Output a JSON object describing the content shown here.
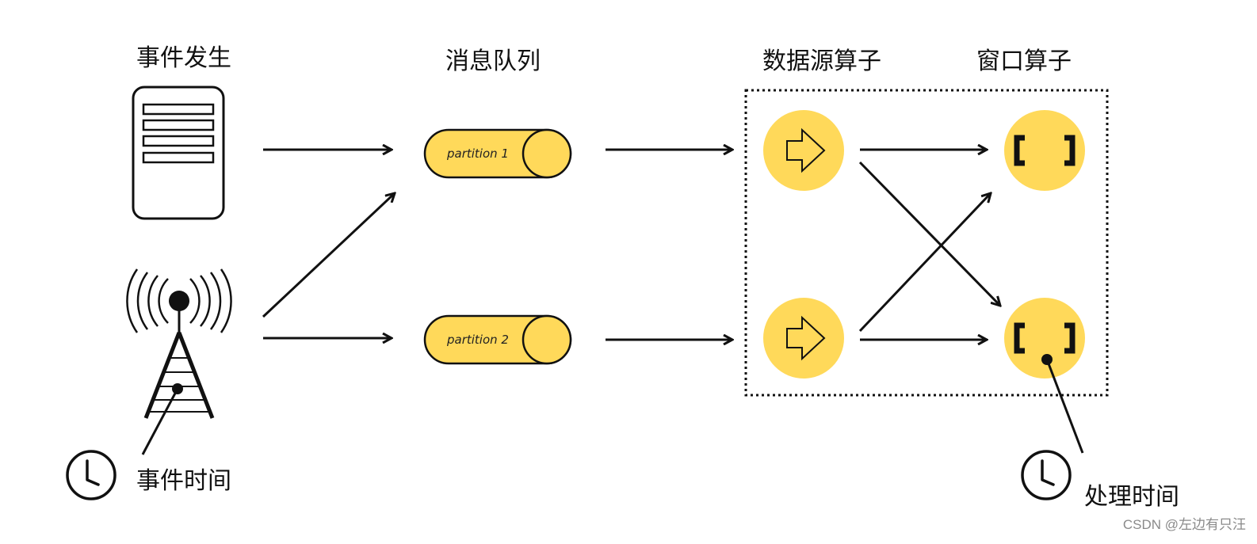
{
  "titles": {
    "event_occur": "事件发生",
    "message_queue": "消息队列",
    "source_operator": "数据源算子",
    "window_operator": "窗口算子"
  },
  "partitions": [
    "partition 1",
    "partition 2"
  ],
  "time_labels": {
    "event_time": "事件时间",
    "processing_time": "处理时间"
  },
  "watermark": "CSDN @左边有只汪",
  "colors": {
    "accent_fill": "#FFD95A",
    "stroke": "#111111"
  },
  "icons": {
    "server": "server-icon",
    "antenna": "antenna-tower-icon",
    "clock": "clock-icon",
    "source": "arrow-right-icon",
    "window": "bracket-window-icon"
  }
}
